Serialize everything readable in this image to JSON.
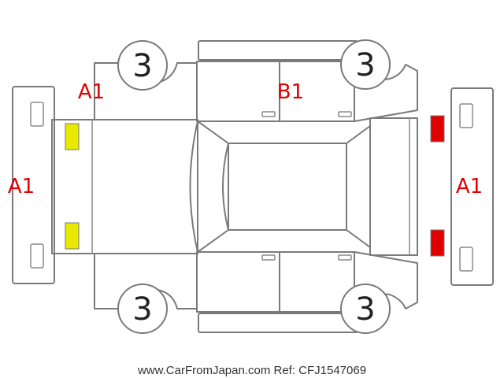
{
  "diagram": {
    "wheel_condition": [
      "3",
      "3",
      "3",
      "3"
    ],
    "damage_codes": {
      "front_left_corner": "A1",
      "roof_top": "B1",
      "front_bumper": "A1",
      "rear_bumper": "A1"
    },
    "lamp_colors": {
      "front": "#e8e800",
      "rear": "#e00000"
    },
    "damage_code_color": "#e00000"
  },
  "watermark": "www.CarFromJapan.com Ref: CFJ1547069"
}
